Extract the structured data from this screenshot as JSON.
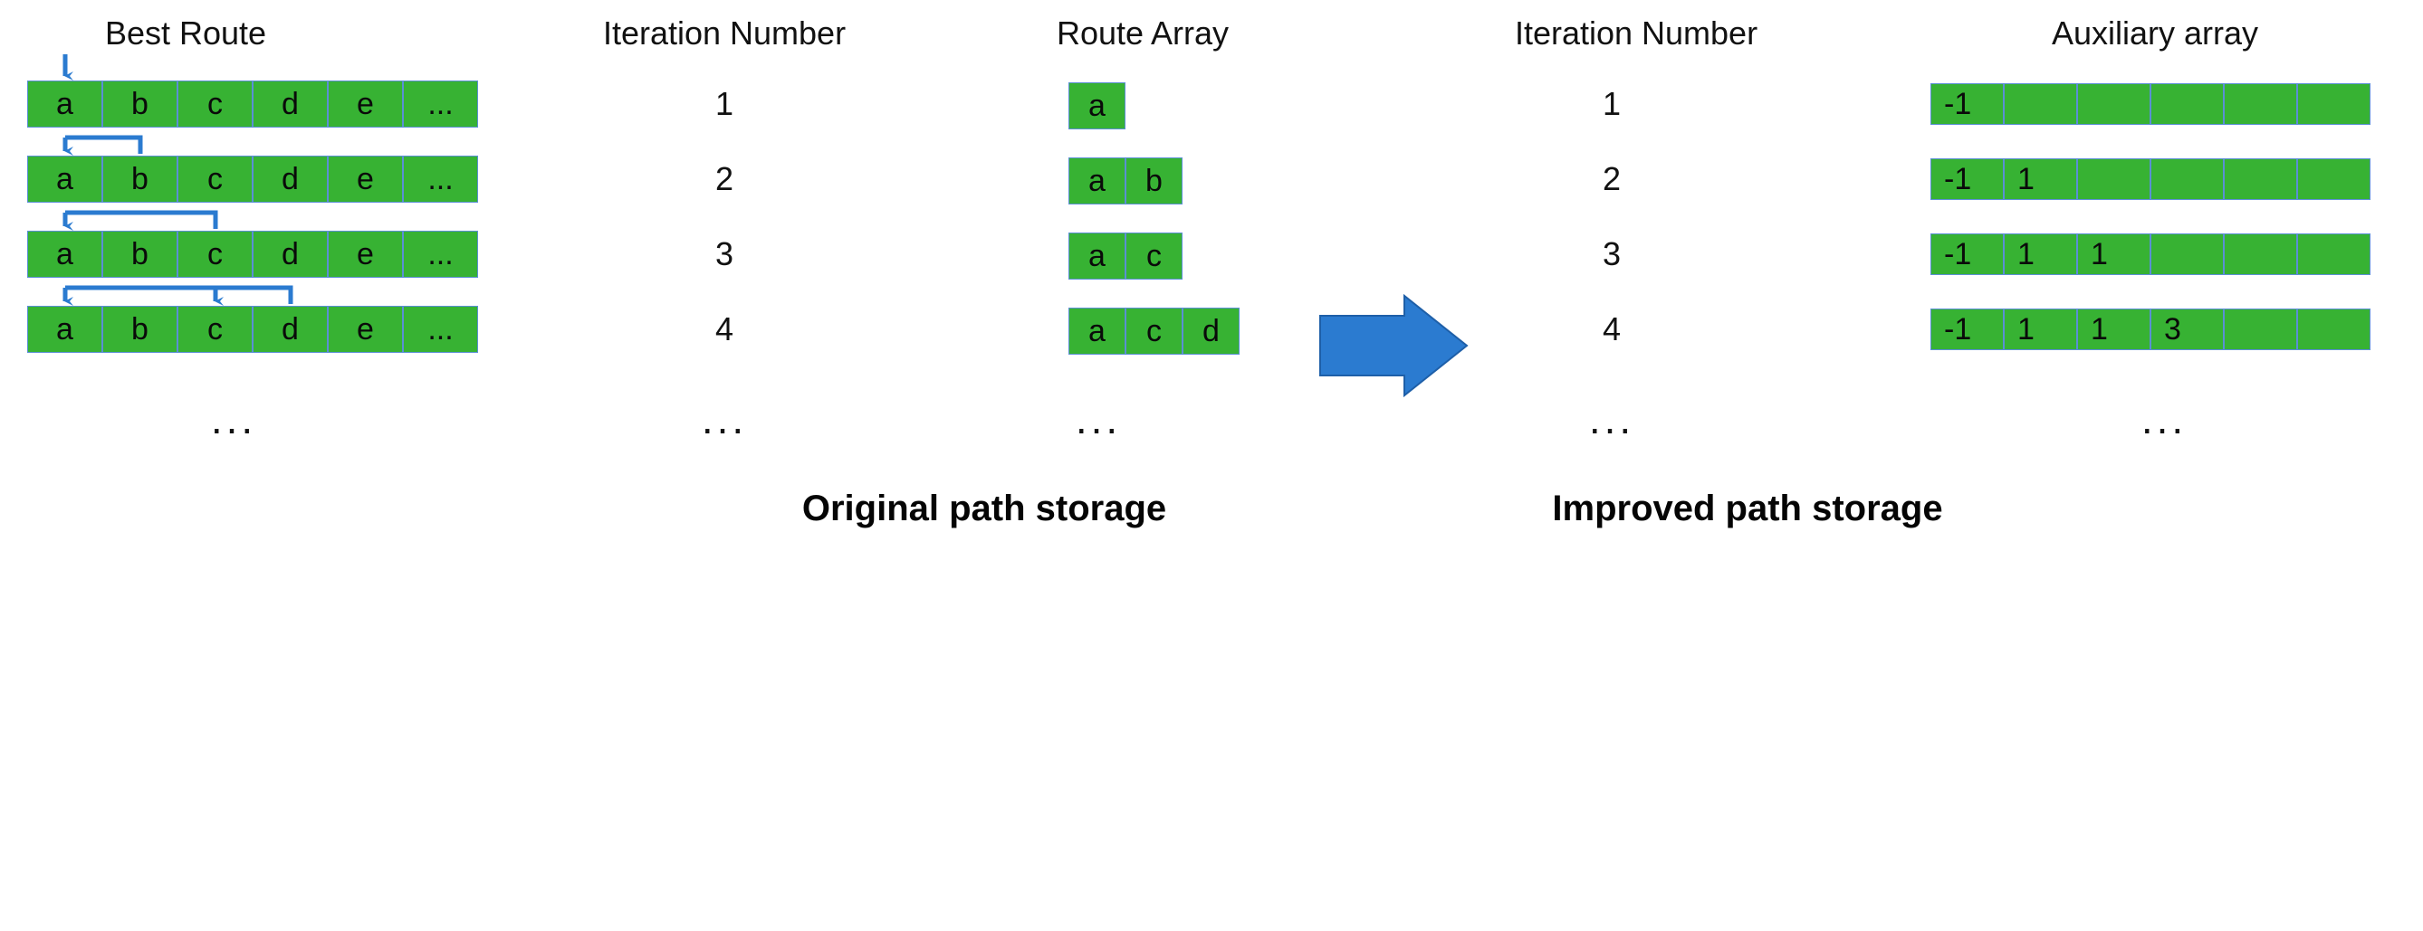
{
  "diagram": {
    "title_left": "Original path storage",
    "title_right": "Improved path storage",
    "accent_green": "#37b233",
    "accent_blue": "#2b7bd0",
    "cell_border": "#5b8fd4",
    "ellipsis": "..."
  },
  "columns": {
    "best_route": "Best Route",
    "iteration_left": "Iteration Number",
    "route_array": "Route Array",
    "iteration_right": "Iteration Number",
    "auxiliary_array": "Auxiliary array"
  },
  "best_route": {
    "rows": [
      {
        "cells": [
          "a",
          "b",
          "c",
          "d",
          "e",
          "..."
        ],
        "arrows": [
          {
            "target": 0
          }
        ],
        "bracket": null
      },
      {
        "cells": [
          "a",
          "b",
          "c",
          "d",
          "e",
          "..."
        ],
        "arrows": [
          {
            "target": 0
          }
        ],
        "bracket": {
          "from": 1,
          "to": 0
        }
      },
      {
        "cells": [
          "a",
          "b",
          "c",
          "d",
          "e",
          "..."
        ],
        "arrows": [
          {
            "target": 0
          }
        ],
        "bracket": {
          "from": 2,
          "to": 0
        }
      },
      {
        "cells": [
          "a",
          "b",
          "c",
          "d",
          "e",
          "..."
        ],
        "arrows": [
          {
            "target": 0
          },
          {
            "target": 2
          }
        ],
        "bracket": {
          "from": 3,
          "to": 0
        }
      }
    ],
    "ellipsis": "..."
  },
  "iteration_left": {
    "values": [
      "1",
      "2",
      "3",
      "4"
    ],
    "ellipsis": "..."
  },
  "route_array": {
    "rows": [
      [
        "a"
      ],
      [
        "a",
        "b"
      ],
      [
        "a",
        "c"
      ],
      [
        "a",
        "c",
        "d"
      ]
    ],
    "ellipsis": "..."
  },
  "transition": {
    "icon": "right-arrow-icon",
    "color": "#2b7bd0"
  },
  "iteration_right": {
    "values": [
      "1",
      "2",
      "3",
      "4"
    ],
    "ellipsis": "..."
  },
  "auxiliary_array": {
    "capacity": 6,
    "rows": [
      [
        "-1",
        "",
        "",
        "",
        "",
        ""
      ],
      [
        "-1",
        "1",
        "",
        "",
        "",
        ""
      ],
      [
        "-1",
        "1",
        "1",
        "",
        "",
        ""
      ],
      [
        "-1",
        "1",
        "1",
        "3",
        "",
        ""
      ]
    ],
    "ellipsis": "..."
  }
}
